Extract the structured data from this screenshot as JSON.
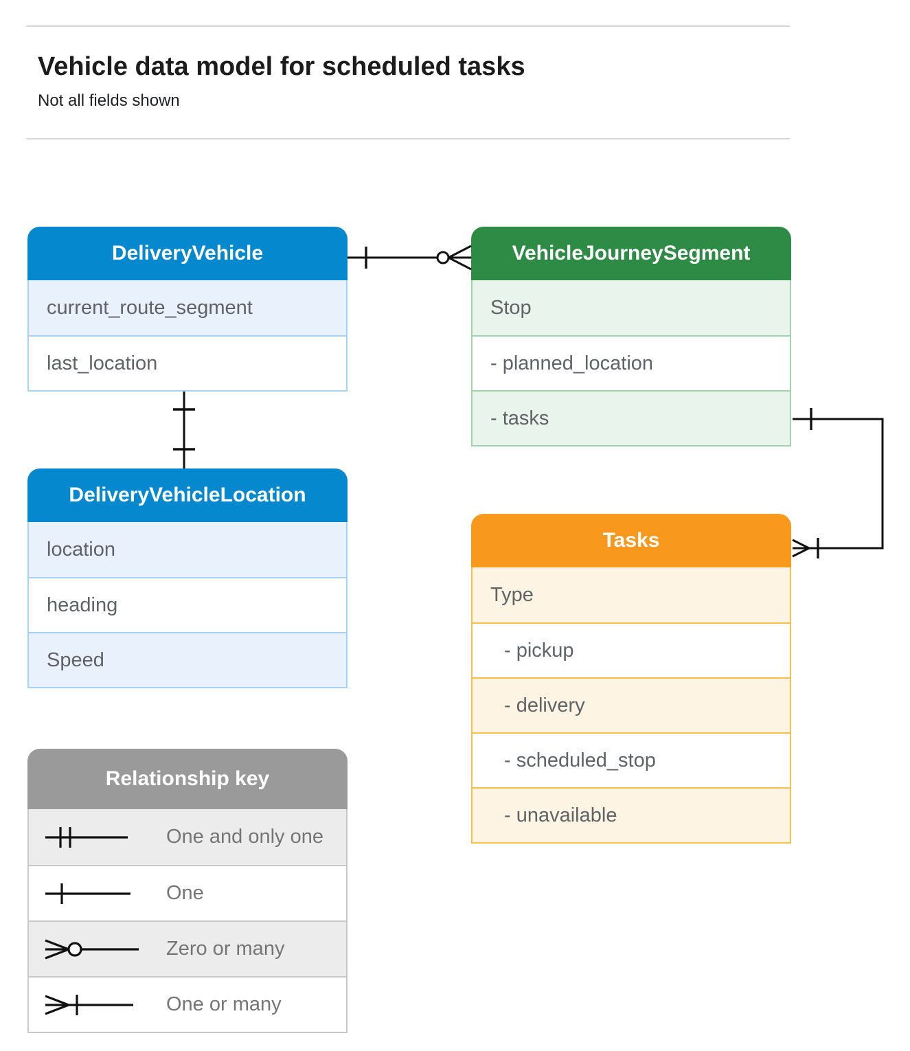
{
  "header": {
    "title": "Vehicle data model for scheduled tasks",
    "subtitle": "Not all fields shown"
  },
  "entities": {
    "delivery_vehicle": {
      "title": "DeliveryVehicle",
      "fields": [
        "current_route_segment",
        "last_location"
      ]
    },
    "vehicle_journey_segment": {
      "title": "VehicleJourneySegment",
      "fields": [
        "Stop",
        "- planned_location",
        "- tasks"
      ]
    },
    "delivery_vehicle_location": {
      "title": "DeliveryVehicleLocation",
      "fields": [
        "location",
        "heading",
        "Speed"
      ]
    },
    "tasks": {
      "title": "Tasks",
      "fields": [
        "Type",
        "- pickup",
        "- delivery",
        "- scheduled_stop",
        "- unavailable"
      ]
    }
  },
  "legend": {
    "title": "Relationship key",
    "items": [
      {
        "symbol": "one-and-only-one",
        "label": "One and only one"
      },
      {
        "symbol": "one",
        "label": "One"
      },
      {
        "symbol": "zero-or-many",
        "label": "Zero or many"
      },
      {
        "symbol": "one-or-many",
        "label": "One or many"
      }
    ]
  },
  "relationships": [
    {
      "from": "DeliveryVehicle",
      "to": "VehicleJourneySegment",
      "from_cardinality": "one",
      "to_cardinality": "zero-or-many"
    },
    {
      "from": "DeliveryVehicle",
      "to": "DeliveryVehicleLocation",
      "from_cardinality": "one",
      "to_cardinality": "one"
    },
    {
      "from": "VehicleJourneySegment.tasks",
      "to": "Tasks",
      "from_cardinality": "one",
      "to_cardinality": "one-or-many"
    }
  ],
  "colors": {
    "blue_header": "#0688ce",
    "blue_tint": "#e8f1fc",
    "blue_border": "#a5d2f3",
    "green_header": "#2e8b46",
    "green_tint": "#e9f4ec",
    "green_border": "#a2d3ad",
    "orange_header": "#f8991d",
    "orange_tint": "#fdf4e4",
    "orange_border": "#f3bf4d",
    "gray_header": "#9a9a9a",
    "gray_tint": "#ececec",
    "gray_border": "#c7c7c7",
    "field_text": "#5f6368",
    "legend_text": "#757575",
    "connector_line": "#111111"
  }
}
